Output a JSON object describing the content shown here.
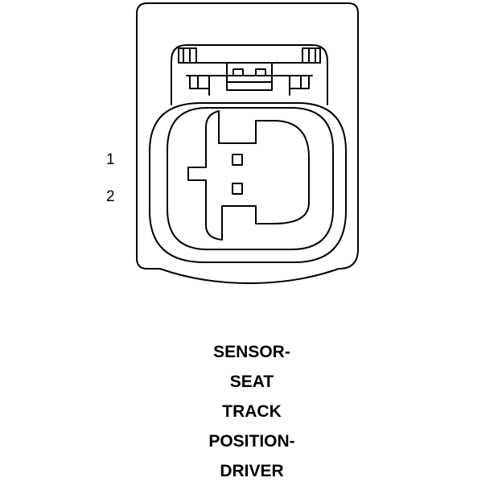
{
  "pins": [
    {
      "label": "1"
    },
    {
      "label": "2"
    }
  ],
  "caption": {
    "lines": [
      "SENSOR-",
      "SEAT",
      "TRACK",
      "POSITION-",
      "DRIVER"
    ]
  }
}
